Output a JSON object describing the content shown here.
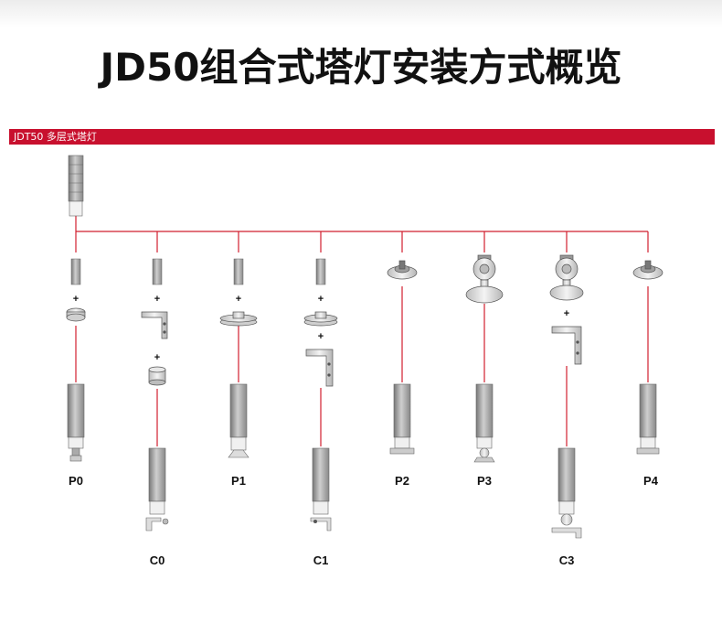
{
  "page": {
    "title": "JD50组合式塔灯安装方式概览",
    "section_label": "JDT50 多层式塔灯"
  },
  "colors": {
    "accent": "#c8102e",
    "line": "#d11f2f",
    "title": "#111111",
    "part_stroke": "#555555",
    "part_fill": "#eeeeee"
  },
  "mounts": [
    {
      "code": "P0"
    },
    {
      "code": "C0"
    },
    {
      "code": "P1"
    },
    {
      "code": "C1"
    },
    {
      "code": "P2"
    },
    {
      "code": "P3"
    },
    {
      "code": "C3"
    },
    {
      "code": "P4"
    }
  ],
  "plus_sign": "+"
}
